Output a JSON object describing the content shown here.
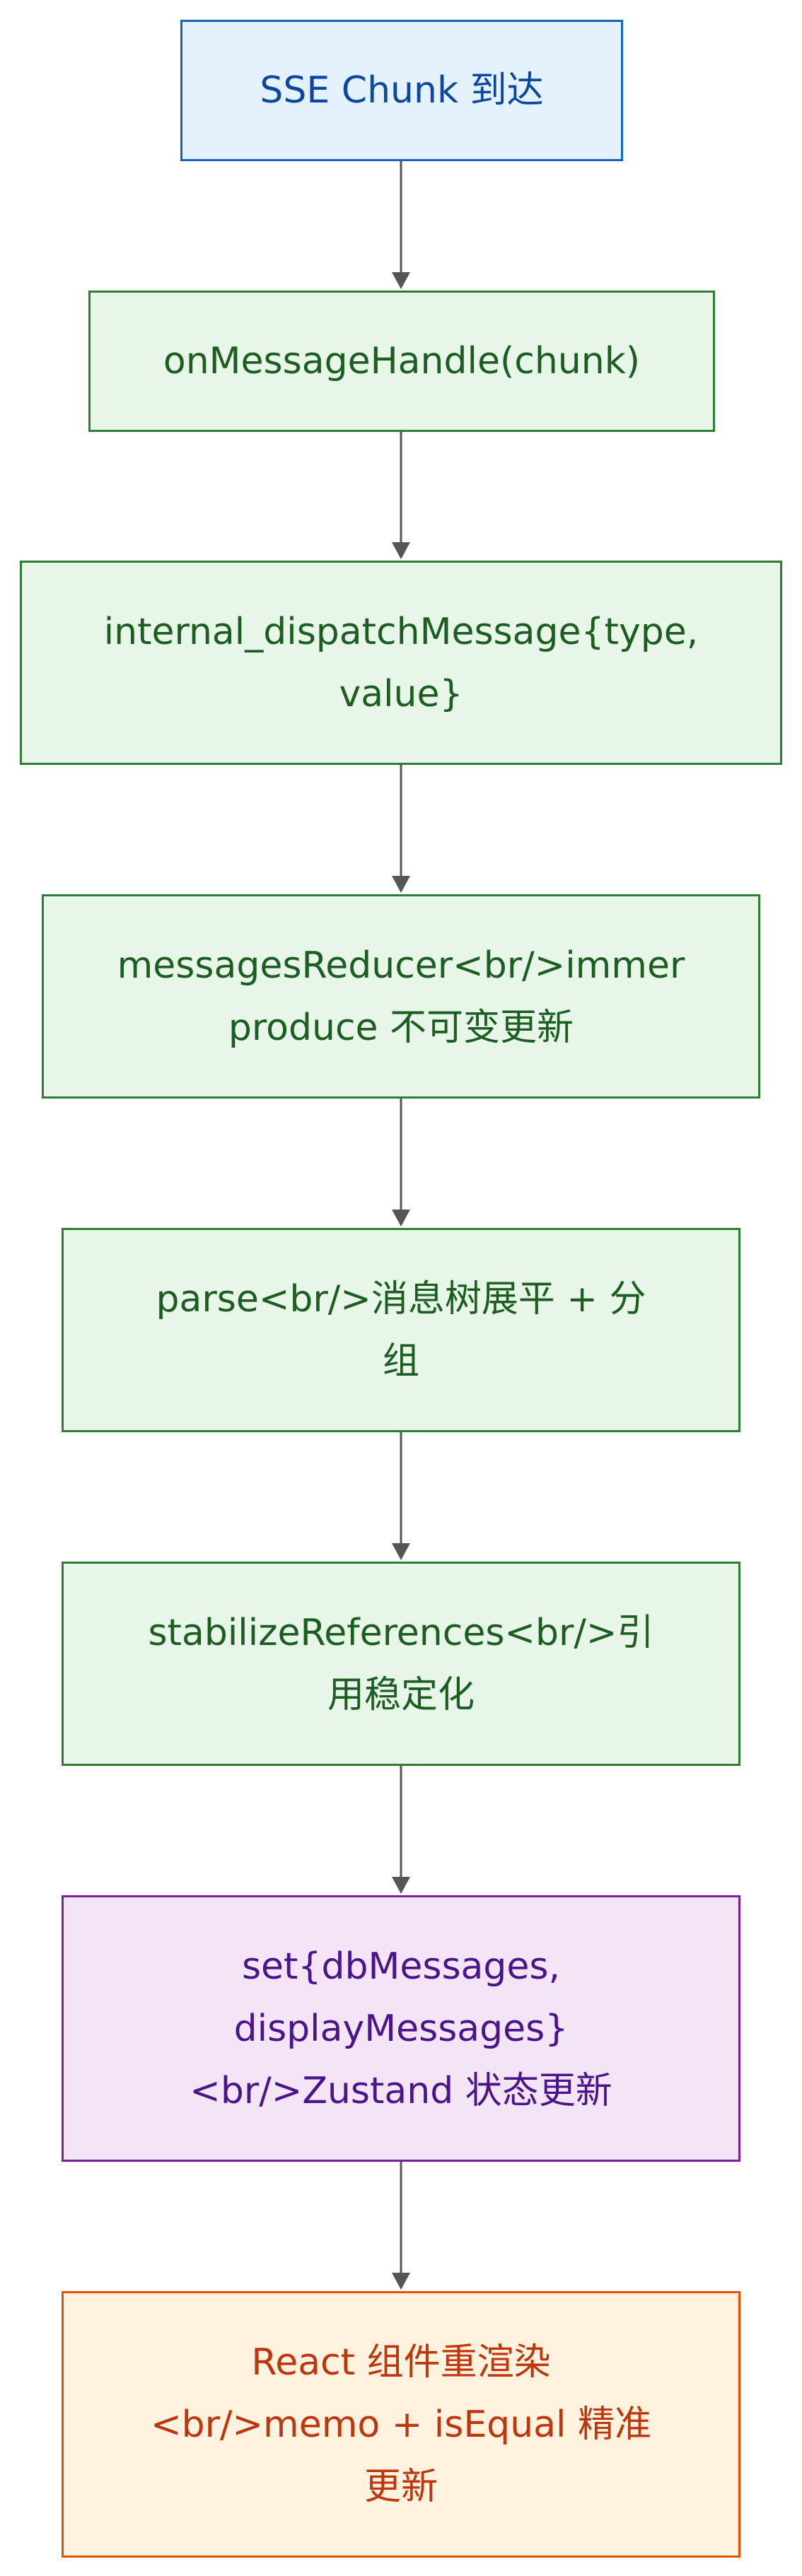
{
  "diagram": {
    "nodes": [
      {
        "id": "sse-chunk",
        "label": "SSE Chunk 到达",
        "style": "start"
      },
      {
        "id": "on-message-handle",
        "label": "onMessageHandle(chunk)",
        "style": "process"
      },
      {
        "id": "internal-dispatch",
        "label": "internal_dispatchMessage{type,\nvalue}",
        "style": "process"
      },
      {
        "id": "messages-reducer",
        "label": "messagesReducer<br/>immer\nproduce 不可变更新",
        "style": "process"
      },
      {
        "id": "parse",
        "label": "parse<br/>消息树展平 + 分\n组",
        "style": "process"
      },
      {
        "id": "stabilize-references",
        "label": "stabilizeReferences<br/>引\n用稳定化",
        "style": "process"
      },
      {
        "id": "set-state",
        "label": "set{dbMessages,\ndisplayMessages}\n<br/>Zustand 状态更新",
        "style": "state"
      },
      {
        "id": "react-render",
        "label": "React 组件重渲染\n<br/>memo + isEqual 精准\n更新",
        "style": "render"
      }
    ],
    "edges": [
      {
        "from": "sse-chunk",
        "to": "on-message-handle"
      },
      {
        "from": "on-message-handle",
        "to": "internal-dispatch"
      },
      {
        "from": "internal-dispatch",
        "to": "messages-reducer"
      },
      {
        "from": "messages-reducer",
        "to": "parse"
      },
      {
        "from": "parse",
        "to": "stabilize-references"
      },
      {
        "from": "stabilize-references",
        "to": "set-state"
      },
      {
        "from": "set-state",
        "to": "react-render"
      }
    ],
    "colors": {
      "start_fill": "#e3f2fd",
      "start_border": "#1565c0",
      "start_text": "#0d47a1",
      "process_fill": "#e8f5e9",
      "process_border": "#2e7d32",
      "process_text": "#1b5e20",
      "state_fill": "#f3e5f5",
      "state_border": "#7b1fa2",
      "state_text": "#4a148c",
      "render_fill": "#fff3e0",
      "render_border": "#e65100",
      "render_text": "#bf360c",
      "edge": "#555555"
    }
  }
}
